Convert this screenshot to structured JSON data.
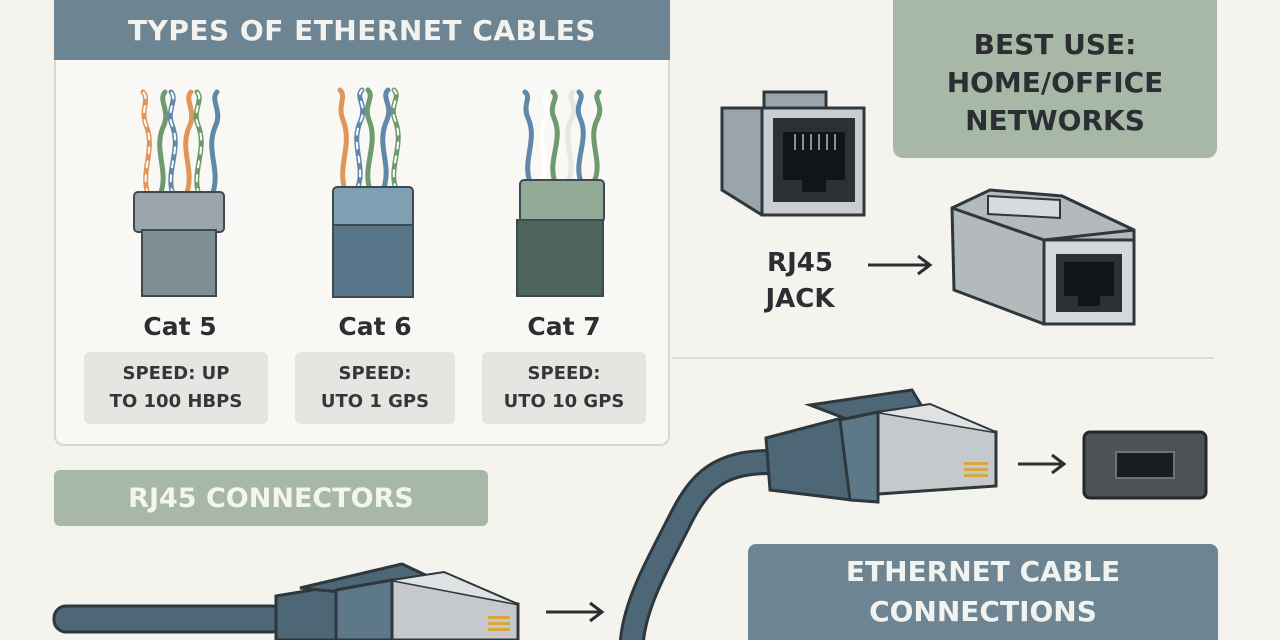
{
  "header": {
    "title": "TYPES OF ETHERNET CABLES"
  },
  "cables": [
    {
      "name": "Cat 5",
      "speed_line1": "SPEED: UP",
      "speed_line2": "TO 100 HBPS"
    },
    {
      "name": "Cat 6",
      "speed_line1": "SPEED:",
      "speed_line2": "UTO 1 GPS"
    },
    {
      "name": "Cat 7",
      "speed_line1": "SPEED:",
      "speed_line2": "UTO 10 GPS"
    }
  ],
  "best_use": {
    "line1": "BEST USE:",
    "line2": "HOME/OFFICE",
    "line3": "NETWORKS"
  },
  "jack": {
    "line1": "RJ45",
    "line2": "JACK"
  },
  "connectors": {
    "title": "RJ45 CONNECTORS"
  },
  "connections": {
    "line1": "ETHERNET CABLE",
    "line2": "CONNECTIONS"
  },
  "colors": {
    "banner_blue": "#6d8492",
    "banner_green": "#a8b8a6",
    "cable_blue": "#4e6777",
    "plug_silver": "#c5c9cb",
    "wire_orange": "#e0955a",
    "wire_green": "#6f9a6e",
    "wire_blue": "#5f88aa"
  }
}
